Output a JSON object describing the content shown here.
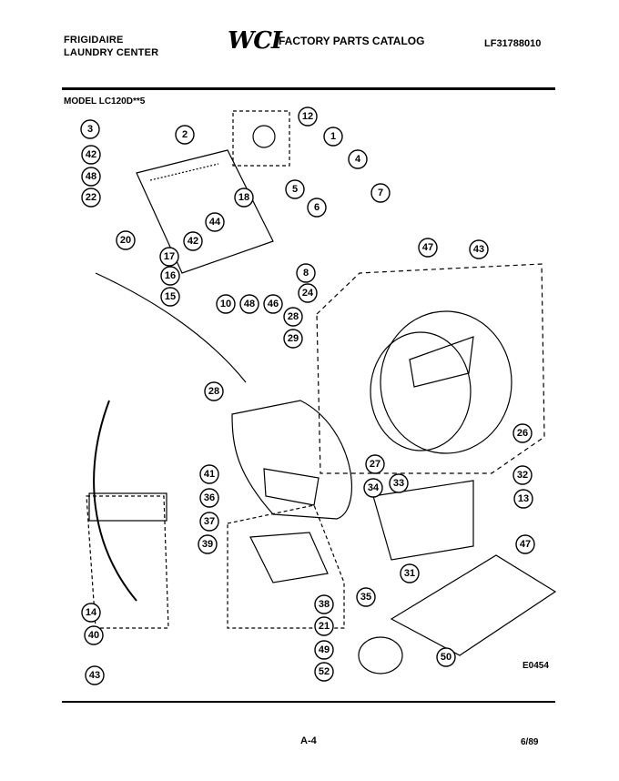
{
  "header": {
    "brand_line1": "FRIGIDAIRE",
    "brand_line2": "LAUNDRY CENTER",
    "logo": "WCI",
    "catalog_title": "FACTORY PARTS CATALOG",
    "part_number": "LF31788010"
  },
  "model": "MODEL LC120D**5",
  "diagram_code": "E0454",
  "footer": {
    "page": "A-4",
    "date": "6/89"
  },
  "callouts": [
    "12",
    "2",
    "1",
    "3",
    "4",
    "42",
    "48",
    "22",
    "5",
    "18",
    "7",
    "6",
    "44",
    "20",
    "42",
    "47",
    "43",
    "17",
    "8",
    "16",
    "15",
    "10",
    "48",
    "46",
    "24",
    "28",
    "29",
    "28",
    "26",
    "41",
    "27",
    "36",
    "34",
    "33",
    "32",
    "13",
    "37",
    "39",
    "47",
    "35",
    "31",
    "14",
    "38",
    "21",
    "40",
    "49",
    "50",
    "43",
    "52"
  ]
}
